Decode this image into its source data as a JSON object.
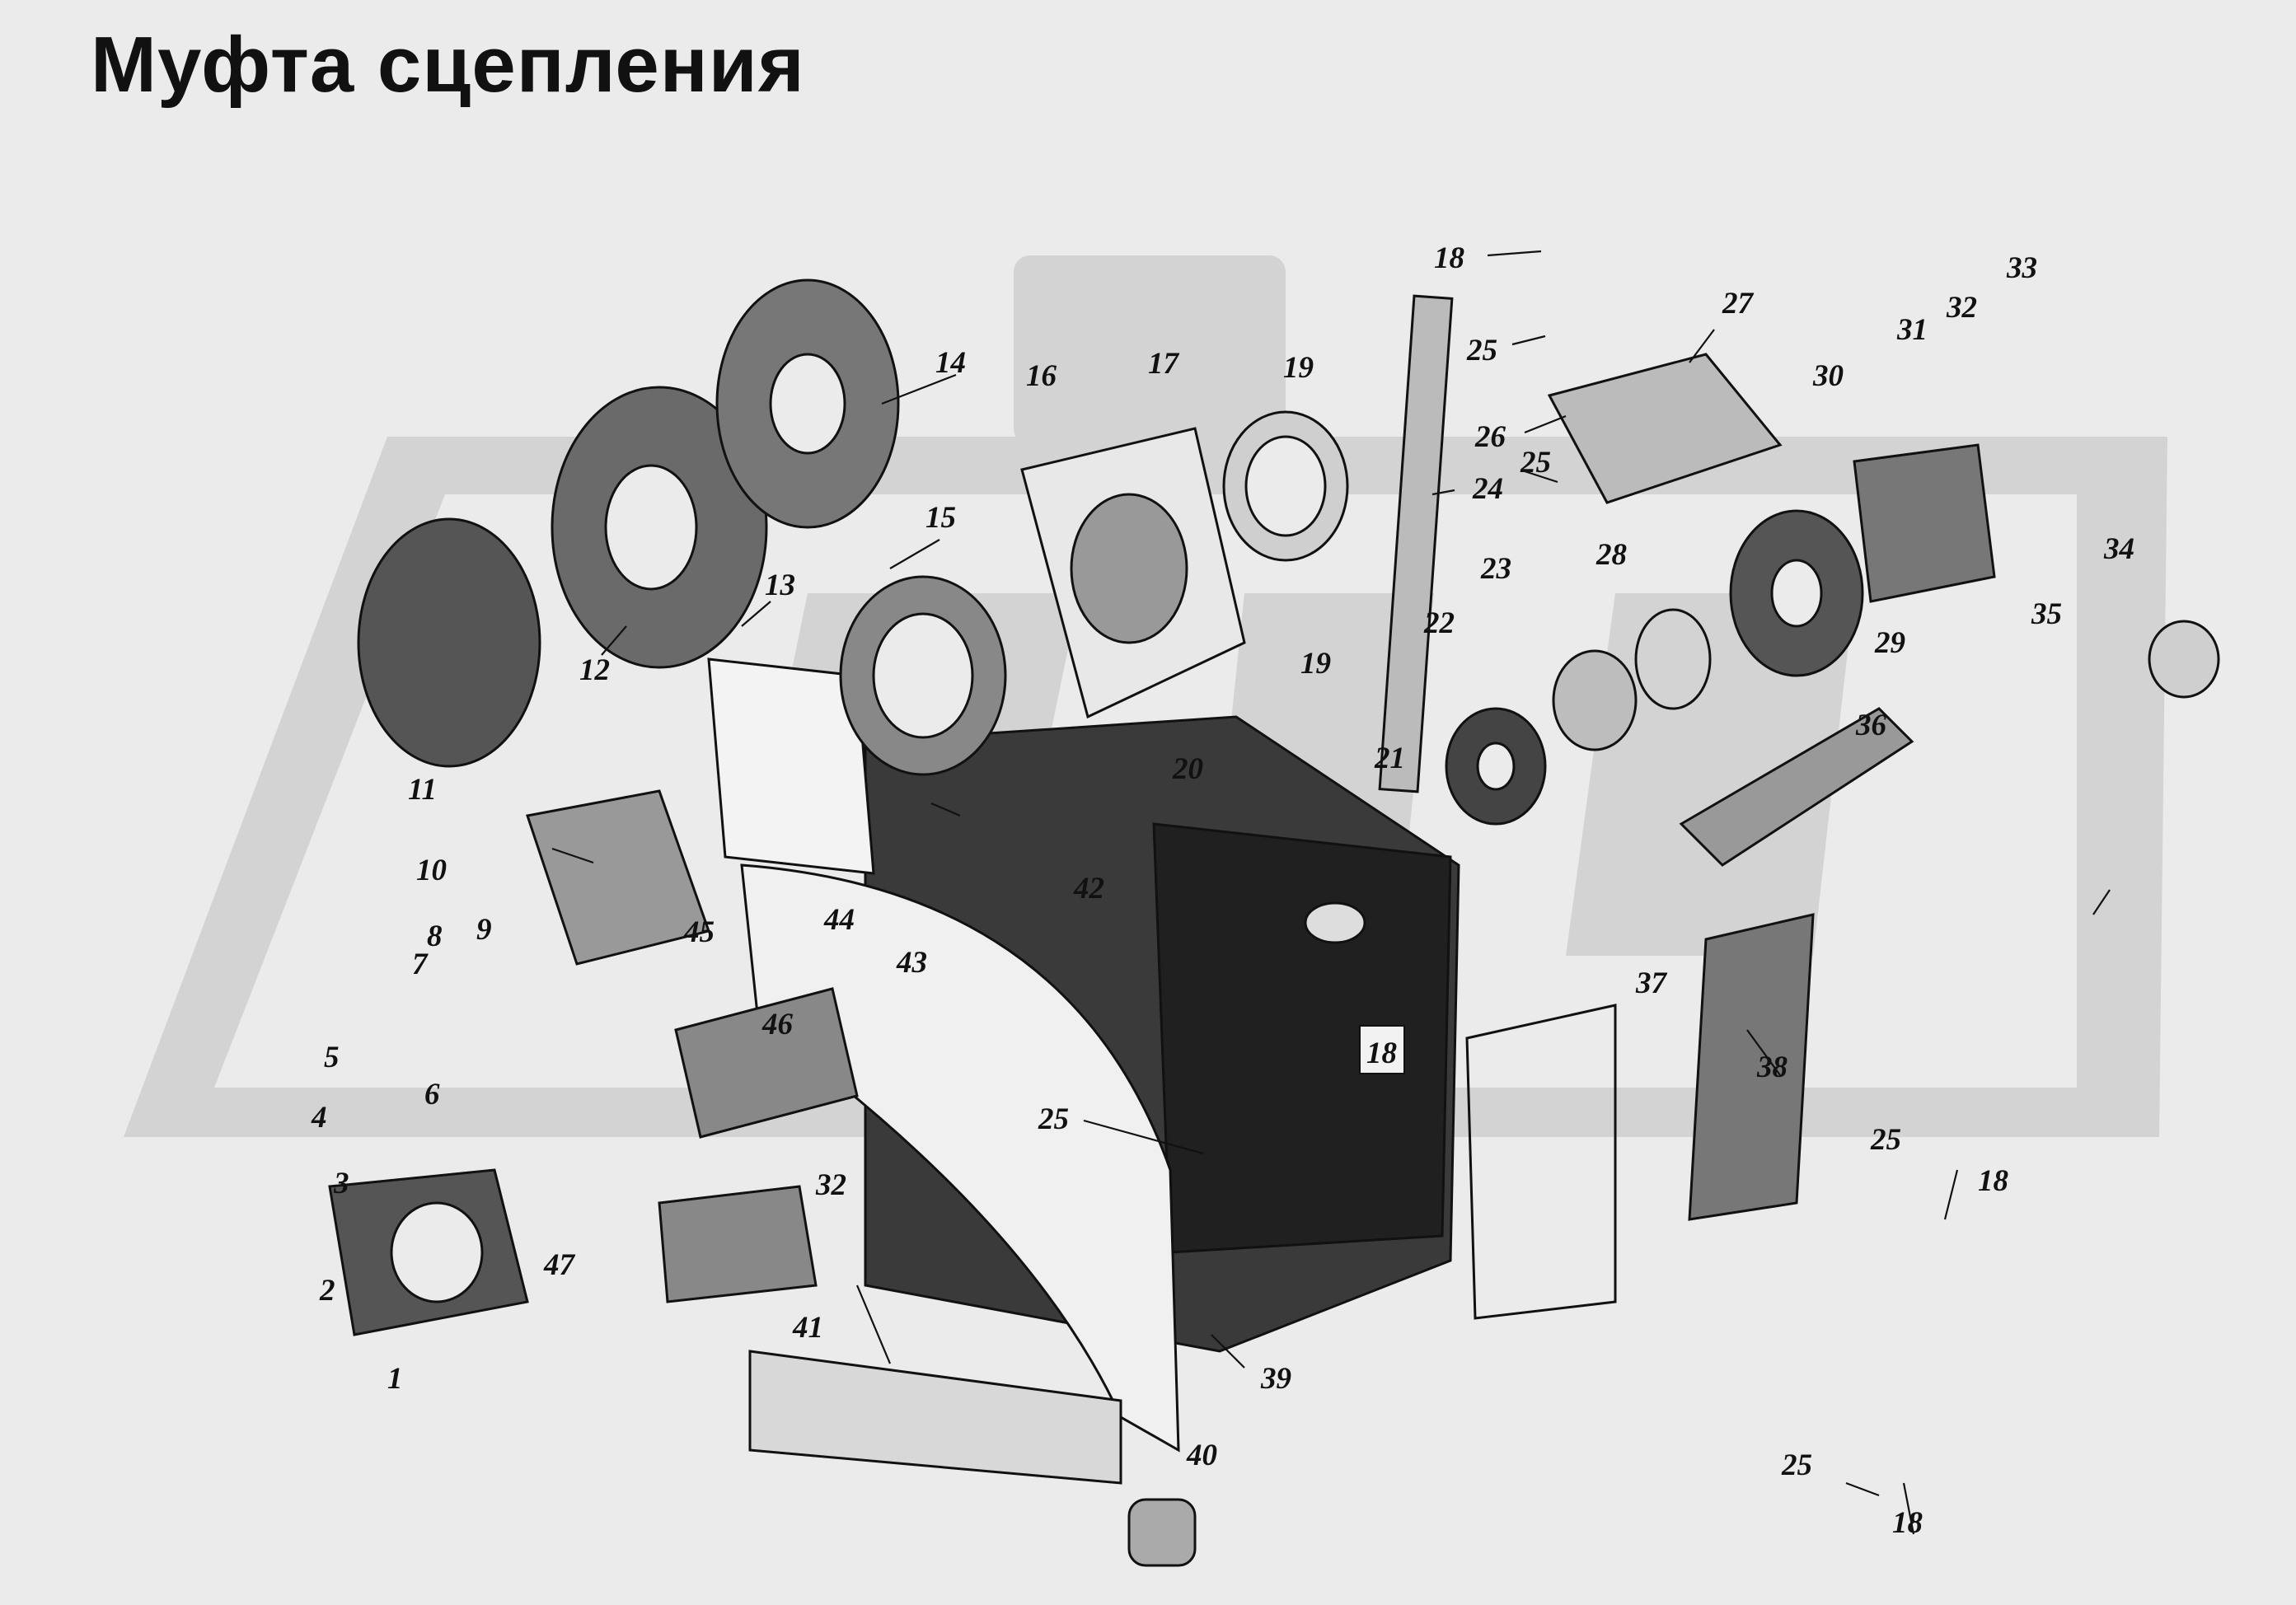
{
  "title": "Муфта сцепления",
  "callouts": [
    {
      "id": "c1",
      "text": "1"
    },
    {
      "id": "c2",
      "text": "2"
    },
    {
      "id": "c3",
      "text": "3"
    },
    {
      "id": "c4",
      "text": "4"
    },
    {
      "id": "c5",
      "text": "5"
    },
    {
      "id": "c6",
      "text": "6"
    },
    {
      "id": "c7",
      "text": "7"
    },
    {
      "id": "c8",
      "text": "8"
    },
    {
      "id": "c9",
      "text": "9"
    },
    {
      "id": "c10",
      "text": "10"
    },
    {
      "id": "c11",
      "text": "11"
    },
    {
      "id": "c12",
      "text": "12"
    },
    {
      "id": "c13",
      "text": "13"
    },
    {
      "id": "c14",
      "text": "14"
    },
    {
      "id": "c15",
      "text": "15"
    },
    {
      "id": "c16",
      "text": "16"
    },
    {
      "id": "c17",
      "text": "17"
    },
    {
      "id": "c18a",
      "text": "18"
    },
    {
      "id": "c18b",
      "text": "18"
    },
    {
      "id": "c18c",
      "text": "18"
    },
    {
      "id": "c18d",
      "text": "18"
    },
    {
      "id": "c19a",
      "text": "19"
    },
    {
      "id": "c19b",
      "text": "19"
    },
    {
      "id": "c20",
      "text": "20"
    },
    {
      "id": "c21",
      "text": "21"
    },
    {
      "id": "c22",
      "text": "22"
    },
    {
      "id": "c23",
      "text": "23"
    },
    {
      "id": "c24",
      "text": "24"
    },
    {
      "id": "c25a",
      "text": "25"
    },
    {
      "id": "c25b",
      "text": "25"
    },
    {
      "id": "c25c",
      "text": "25"
    },
    {
      "id": "c25d",
      "text": "25"
    },
    {
      "id": "c25e",
      "text": "25"
    },
    {
      "id": "c26",
      "text": "26"
    },
    {
      "id": "c27",
      "text": "27"
    },
    {
      "id": "c28",
      "text": "28"
    },
    {
      "id": "c29",
      "text": "29"
    },
    {
      "id": "c30",
      "text": "30"
    },
    {
      "id": "c31",
      "text": "31"
    },
    {
      "id": "c32a",
      "text": "32"
    },
    {
      "id": "c32b",
      "text": "32"
    },
    {
      "id": "c33",
      "text": "33"
    },
    {
      "id": "c34",
      "text": "34"
    },
    {
      "id": "c35",
      "text": "35"
    },
    {
      "id": "c36",
      "text": "36"
    },
    {
      "id": "c37",
      "text": "37"
    },
    {
      "id": "c38",
      "text": "38"
    },
    {
      "id": "c39",
      "text": "39"
    },
    {
      "id": "c40",
      "text": "40"
    },
    {
      "id": "c41",
      "text": "41"
    },
    {
      "id": "c42",
      "text": "42"
    },
    {
      "id": "c43",
      "text": "43"
    },
    {
      "id": "c44",
      "text": "44"
    },
    {
      "id": "c45",
      "text": "45"
    },
    {
      "id": "c46",
      "text": "46"
    },
    {
      "id": "c47",
      "text": "47"
    },
    {
      "id": "c18box",
      "text": "18"
    }
  ]
}
